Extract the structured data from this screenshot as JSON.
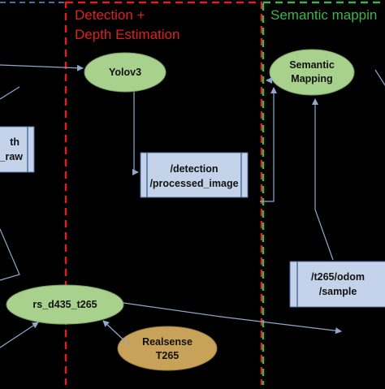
{
  "regions": {
    "detection": {
      "title_line1": "Detection +",
      "title_line2": "Depth Estimation",
      "color": "#e02020"
    },
    "semantic": {
      "title": "Semantic mappin",
      "color": "#3cb44b"
    }
  },
  "nodes": {
    "yolov3": {
      "label": "Yolov3",
      "fill": "#a9d18e"
    },
    "semantic_mapping": {
      "line1": "Semantic",
      "line2": "Mapping",
      "fill": "#a9d18e"
    },
    "rs_d435_t265": {
      "label": "rs_d435_t265",
      "fill": "#a9d18e"
    },
    "realsense_t265": {
      "line1": "Realsense",
      "line2": "T265",
      "fill": "#c9a25a"
    },
    "depth_raw_topic": {
      "line1": "th",
      "line2": "_raw",
      "fill": "#c5d3ea"
    },
    "detection_topic": {
      "line1": "/detection",
      "line2": "/processed_image",
      "fill": "#c5d3ea"
    },
    "odom_topic": {
      "line1": "/t265/odom",
      "line2": "/sample",
      "fill": "#c5d3ea"
    }
  },
  "colors": {
    "arrow": "#8fa8cc",
    "blue_dash": "#4a6fa5",
    "topic_bar": "#4a6fa5"
  }
}
